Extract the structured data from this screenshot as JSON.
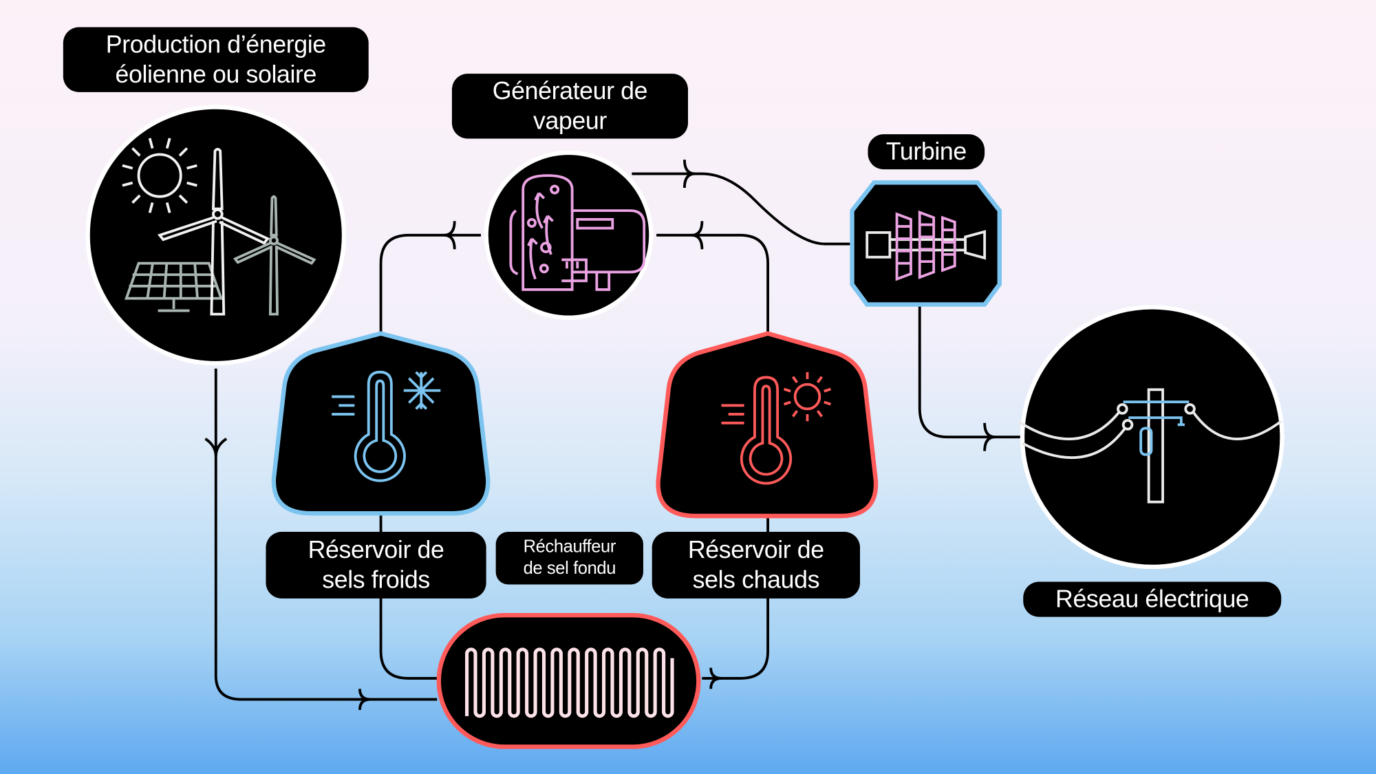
{
  "labels": {
    "production": [
      "Production d’énergie",
      "éolienne ou solaire"
    ],
    "steam_generator": [
      "Générateur de",
      "vapeur"
    ],
    "turbine": "Turbine",
    "cold_tank": [
      "Réservoir de",
      "sels froids"
    ],
    "heater": [
      "Réchauffeur",
      "de sel fondu"
    ],
    "hot_tank": [
      "Réservoir de",
      "sels chauds"
    ],
    "grid": "Réseau électrique"
  },
  "colors": {
    "cold": "#7cc4f0",
    "hot": "#ff5a5a",
    "steam": "#eaa2e2",
    "gray": "#a8b5b0",
    "coil": "#fde2e8"
  }
}
